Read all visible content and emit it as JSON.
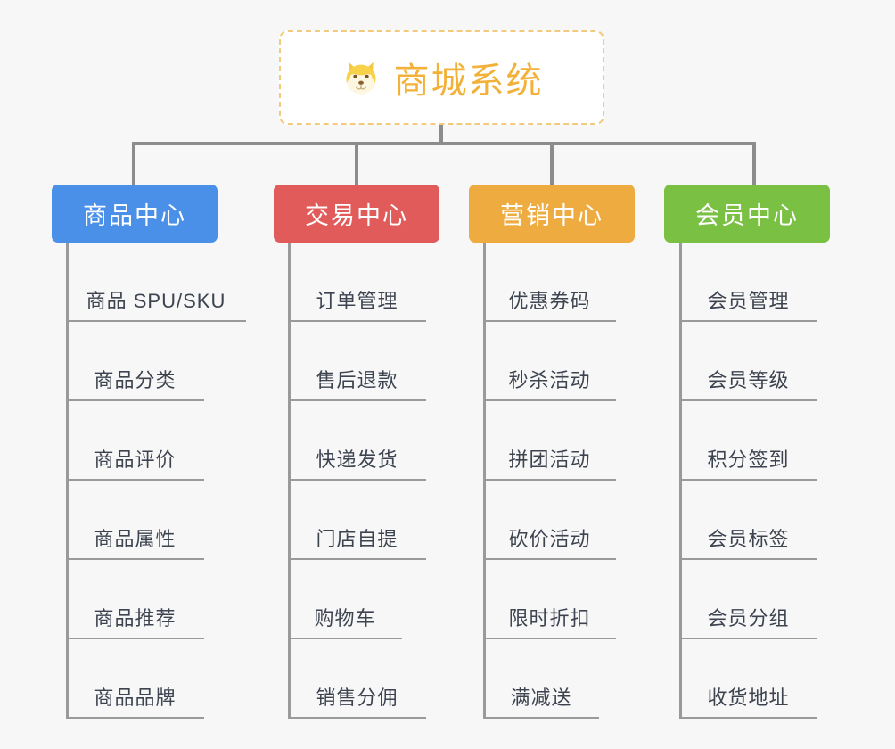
{
  "page": {
    "background_color": "#f7f7f7",
    "type": "organization-tree-diagram"
  },
  "root": {
    "icon": "shiba-dog-face-icon",
    "icon_glyph": "🐕",
    "title": "商城系统",
    "text_color": "#f2b138",
    "border_color": "#f3c97c",
    "fill_color": "#ffffff"
  },
  "connector_color": "#8c8c8c",
  "columns": [
    {
      "id": "product-center",
      "label": "商品中心",
      "color": "#4a90e8",
      "items": [
        "商品 SPU/SKU",
        "商品分类",
        "商品评价",
        "商品属性",
        "商品推荐",
        "商品品牌"
      ]
    },
    {
      "id": "trade-center",
      "label": "交易中心",
      "color": "#e25b5b",
      "items": [
        "订单管理",
        "售后退款",
        "快递发货",
        "门店自提",
        "购物车",
        "销售分佣"
      ]
    },
    {
      "id": "marketing-center",
      "label": "营销中心",
      "color": "#eeab3f",
      "items": [
        "优惠券码",
        "秒杀活动",
        "拼团活动",
        "砍价活动",
        "限时折扣",
        "满减送"
      ]
    },
    {
      "id": "member-center",
      "label": "会员中心",
      "color": "#7ac143",
      "items": [
        "会员管理",
        "会员等级",
        "积分签到",
        "会员标签",
        "会员分组",
        "收货地址"
      ]
    }
  ]
}
